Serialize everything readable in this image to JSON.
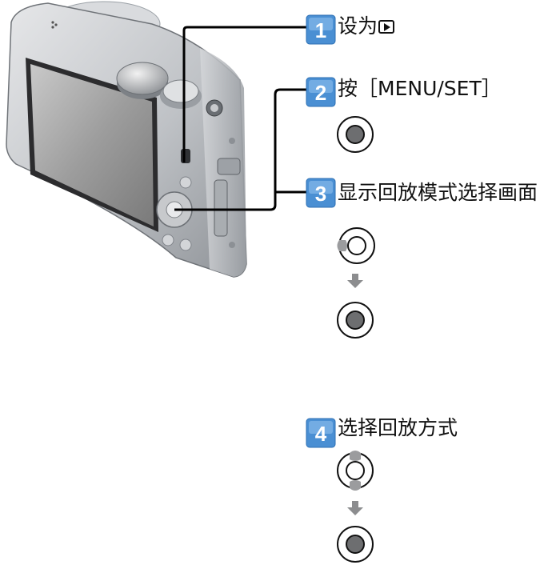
{
  "steps": [
    {
      "number": "1",
      "text": "设为",
      "icon": "playback-mode-icon"
    },
    {
      "number": "2",
      "text": "按［MENU/SET］"
    },
    {
      "number": "3",
      "text": "显示回放模式选择画面"
    },
    {
      "number": "4",
      "text": "选择回放方式"
    }
  ],
  "colors": {
    "badge_blue": "#4a8fd3",
    "line": "#000000",
    "camera_silver": "#b9bcc0"
  },
  "illustration": "camera-rear-view"
}
